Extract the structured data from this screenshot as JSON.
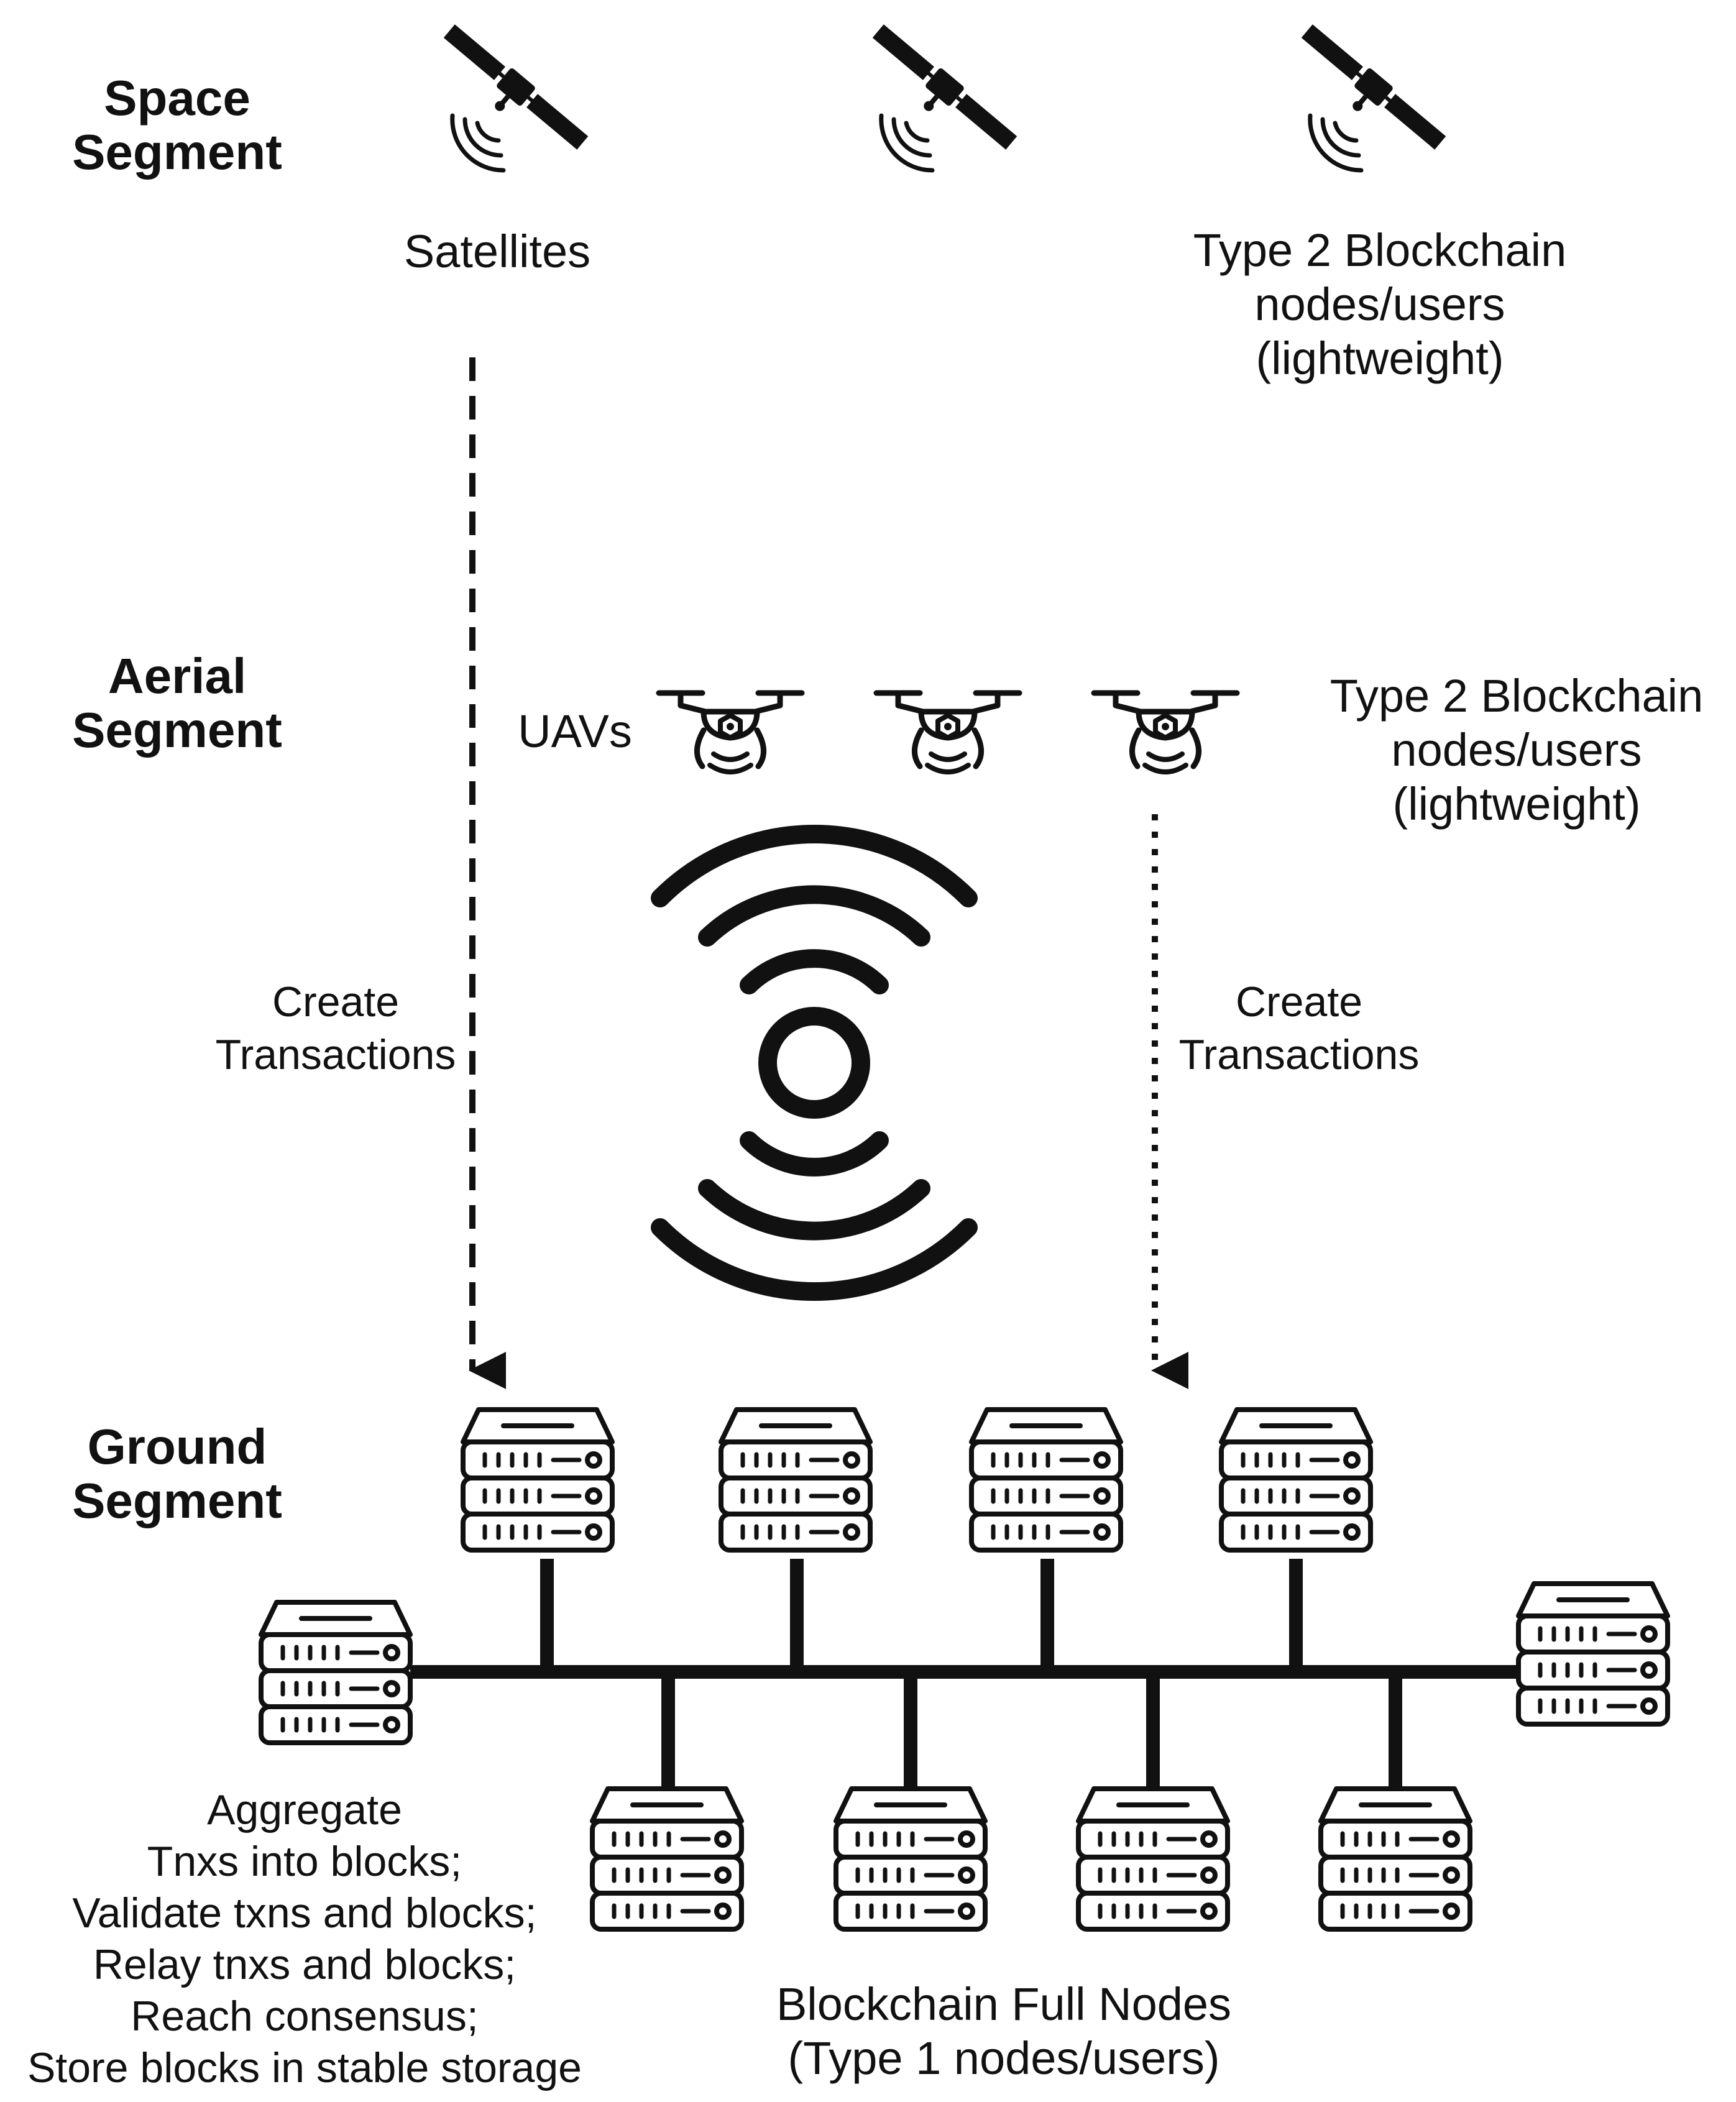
{
  "colors": {
    "ink": "#111111",
    "background": "#ffffff"
  },
  "segments": {
    "space": {
      "line1": "Space",
      "line2": "Segment"
    },
    "aerial": {
      "line1": "Aerial",
      "line2": "Segment"
    },
    "ground": {
      "line1": "Ground",
      "line2": "Segment"
    }
  },
  "space": {
    "satellites_label": "Satellites",
    "type2": {
      "line1": "Type 2 Blockchain",
      "line2": "nodes/users",
      "line3": "(lightweight)"
    },
    "icon": "satellite-icon"
  },
  "aerial": {
    "uavs_label": "UAVs",
    "type2": {
      "line1": "Type 2 Blockchain",
      "line2": "nodes/users",
      "line3": "(lightweight)"
    },
    "icon": "drone-icon",
    "center_icon": "wireless-signal-icon"
  },
  "arrows": {
    "left": {
      "line1": "Create",
      "line2": "Transactions",
      "style": "dashed"
    },
    "right": {
      "line1": "Create",
      "line2": "Transactions",
      "style": "dotted"
    }
  },
  "ground": {
    "icon": "server-icon",
    "full_nodes": {
      "line1": "Blockchain Full Nodes",
      "line2": "(Type 1 nodes/users)"
    },
    "tasks": [
      "Aggregate",
      "Tnxs into blocks;",
      "Validate txns and blocks;",
      "Relay tnxs and blocks;",
      "Reach consensus;",
      "Store blocks in stable storage"
    ]
  }
}
